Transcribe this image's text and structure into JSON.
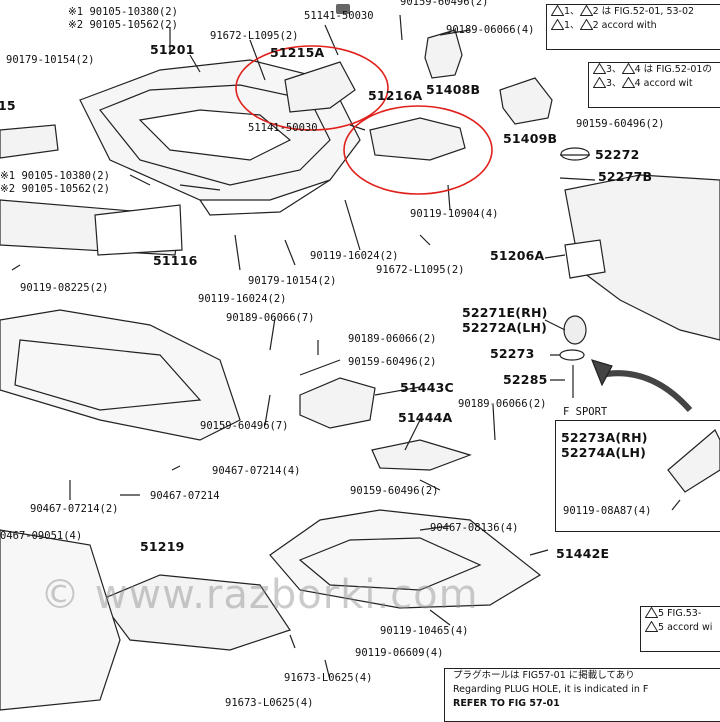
{
  "labels": [
    {
      "id": "l1",
      "text": "※1 90105-10380(2)",
      "cls": "lbl"
    },
    {
      "id": "l2",
      "text": "※2 90105-10562(2)",
      "cls": "lbl"
    },
    {
      "id": "l3",
      "text": "51201",
      "cls": "lbl big"
    },
    {
      "id": "l4",
      "text": "90179-10154(2)",
      "cls": "lbl"
    },
    {
      "id": "l5",
      "text": "91672-L1095(2)",
      "cls": "lbl"
    },
    {
      "id": "l6",
      "text": "51141-50030",
      "cls": "lbl"
    },
    {
      "id": "l7",
      "text": "51215A",
      "cls": "lbl big"
    },
    {
      "id": "l8",
      "text": "90159-60496(2)",
      "cls": "lbl"
    },
    {
      "id": "l9",
      "text": "90189-06066(4)",
      "cls": "lbl"
    },
    {
      "id": "l10",
      "text": "51408B",
      "cls": "lbl big"
    },
    {
      "id": "l11",
      "text": "51216A",
      "cls": "lbl big"
    },
    {
      "id": "l12",
      "text": "51141-50030",
      "cls": "lbl"
    },
    {
      "id": "l13",
      "text": "15",
      "cls": "lbl big"
    },
    {
      "id": "l14",
      "text": "※1 90105-10380(2)",
      "cls": "lbl"
    },
    {
      "id": "l15",
      "text": "※2 90105-10562(2)",
      "cls": "lbl"
    },
    {
      "id": "l16",
      "text": "51409B",
      "cls": "lbl big"
    },
    {
      "id": "l17",
      "text": "90159-60496(2)",
      "cls": "lbl"
    },
    {
      "id": "l18",
      "text": "52272",
      "cls": "lbl big"
    },
    {
      "id": "l19",
      "text": "52277B",
      "cls": "lbl big"
    },
    {
      "id": "l20",
      "text": "90119-10904(4)",
      "cls": "lbl"
    },
    {
      "id": "l21",
      "text": "51116",
      "cls": "lbl big"
    },
    {
      "id": "l22",
      "text": "90119-16024(2)",
      "cls": "lbl"
    },
    {
      "id": "l23",
      "text": "91672-L1095(2)",
      "cls": "lbl"
    },
    {
      "id": "l24",
      "text": "51206A",
      "cls": "lbl big"
    },
    {
      "id": "l25",
      "text": "90179-10154(2)",
      "cls": "lbl"
    },
    {
      "id": "l26",
      "text": "90119-08225(2)",
      "cls": "lbl"
    },
    {
      "id": "l27",
      "text": "90119-16024(2)",
      "cls": "lbl"
    },
    {
      "id": "l28",
      "text": "52271E(RH)",
      "cls": "lbl big"
    },
    {
      "id": "l29",
      "text": "52272A(LH)",
      "cls": "lbl big"
    },
    {
      "id": "l30",
      "text": "90189-06066(7)",
      "cls": "lbl"
    },
    {
      "id": "l31",
      "text": "90189-06066(2)",
      "cls": "lbl"
    },
    {
      "id": "l32",
      "text": "52273",
      "cls": "lbl big"
    },
    {
      "id": "l33",
      "text": "90159-60496(2)",
      "cls": "lbl"
    },
    {
      "id": "l34",
      "text": "52285",
      "cls": "lbl big"
    },
    {
      "id": "l35",
      "text": "51443C",
      "cls": "lbl big"
    },
    {
      "id": "l36",
      "text": "90189-06066(2)",
      "cls": "lbl"
    },
    {
      "id": "l37",
      "text": "F SPORT",
      "cls": "lbl"
    },
    {
      "id": "l38",
      "text": "51444A",
      "cls": "lbl big"
    },
    {
      "id": "l39",
      "text": "52273A(RH)",
      "cls": "lbl big"
    },
    {
      "id": "l40",
      "text": "52274A(LH)",
      "cls": "lbl big"
    },
    {
      "id": "l41",
      "text": "90159-60496(7)",
      "cls": "lbl"
    },
    {
      "id": "l42",
      "text": "90467-07214(4)",
      "cls": "lbl"
    },
    {
      "id": "l43",
      "text": "90467-07214",
      "cls": "lbl"
    },
    {
      "id": "l44",
      "text": "90159-60496(2)",
      "cls": "lbl"
    },
    {
      "id": "l45",
      "text": "90467-07214(2)",
      "cls": "lbl"
    },
    {
      "id": "l46",
      "text": "90119-08A87(4)",
      "cls": "lbl"
    },
    {
      "id": "l47",
      "text": "0467-09051(4)",
      "cls": "lbl"
    },
    {
      "id": "l48",
      "text": "90467-08136(4)",
      "cls": "lbl"
    },
    {
      "id": "l49",
      "text": "51219",
      "cls": "lbl big"
    },
    {
      "id": "l50",
      "text": "51442E",
      "cls": "lbl big"
    },
    {
      "id": "l51",
      "text": "90119-10465(4)",
      "cls": "lbl"
    },
    {
      "id": "l52",
      "text": "90119-06609(4)",
      "cls": "lbl"
    },
    {
      "id": "l53",
      "text": "91673-L0625(4)",
      "cls": "lbl"
    },
    {
      "id": "l54",
      "text": "91673-L0625(4)",
      "cls": "lbl"
    }
  ],
  "notes": {
    "top": {
      "mark1": "1",
      "mark2": "2",
      "line1": "は FIG.52-01, 53-02",
      "line2": "accord with"
    },
    "mid": {
      "mark1": "3",
      "mark2": "4",
      "line1": "は FIG.52-01の",
      "line2": "accord wit"
    },
    "right": {
      "text": "FIG.53-",
      "mark": "5",
      "line2": "accord wi"
    },
    "bottom": {
      "line1": "プラグホールは FIG57-01 に掲載してあり",
      "line2": "Regarding PLUG HOLE, it is indicated in F",
      "line3": "REFER TO FIG 57-01"
    }
  },
  "watermark": "© www.razborki.com",
  "colors": {
    "highlight": "#e0201b",
    "ink": "#222222"
  }
}
